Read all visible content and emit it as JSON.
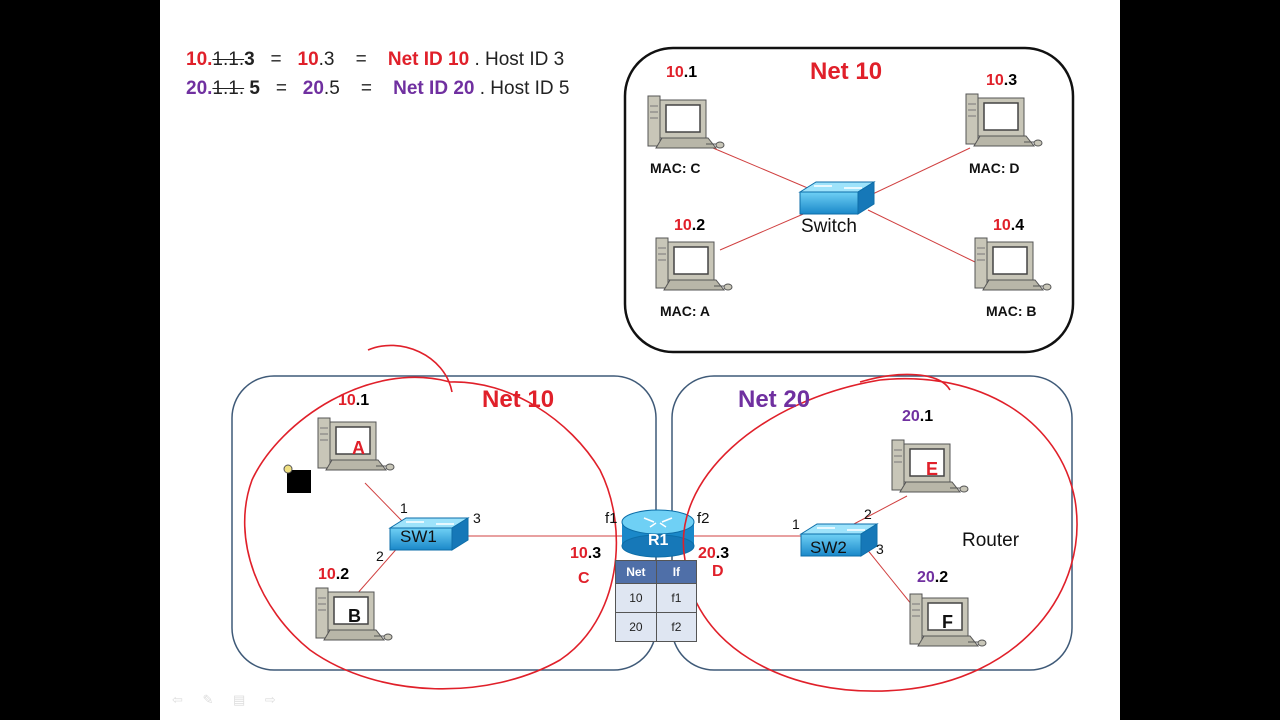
{
  "header": {
    "line1": {
      "ip_net": "10.",
      "ip_struck": "1.1.",
      "ip_host": "3",
      "eq1": "=",
      "short_net": "10",
      "short_host": ".3",
      "eq2": "=",
      "netid": "Net ID 10",
      "hostid": ". Host ID 3"
    },
    "line2": {
      "ip_net": "20.",
      "ip_struck": "1.1.",
      "ip_host": " 5",
      "eq1": "=",
      "short_net": "20",
      "short_host": ".5",
      "eq2": "=",
      "netid": "Net ID 20",
      "hostid": ". Host ID 5"
    }
  },
  "inset": {
    "title": "Net 10",
    "switch_label": "Switch",
    "hosts": [
      {
        "ip_net": "10",
        "ip_host": ".1",
        "mac": "MAC: C"
      },
      {
        "ip_net": "10",
        "ip_host": ".3",
        "mac": "MAC: D"
      },
      {
        "ip_net": "10",
        "ip_host": ".2",
        "mac": "MAC: A"
      },
      {
        "ip_net": "10",
        "ip_host": ".4",
        "mac": "MAC: B"
      }
    ]
  },
  "net10": {
    "title": "Net 10",
    "host_a": {
      "ip_net": "10",
      "ip_host": ".1",
      "label": "A"
    },
    "host_b": {
      "ip_net": "10",
      "ip_host": ".2",
      "label": "B"
    },
    "switch": "SW1",
    "port1": "1",
    "port2": "2",
    "port3": "3"
  },
  "net20": {
    "title": "Net 20",
    "host_e": {
      "ip_net": "20",
      "ip_host": ".1",
      "label": "E"
    },
    "host_f": {
      "ip_net": "20",
      "ip_host": ".2",
      "label": "F"
    },
    "switch": "SW2",
    "port1": "1",
    "port2": "2",
    "port3": "3",
    "router_text": "Router"
  },
  "router": {
    "label": "R1",
    "if1": "f1",
    "if2": "f2",
    "left_ip_net": "10",
    "left_ip_host": ".3",
    "left_mac": "C",
    "right_ip_net": "20",
    "right_ip_host": ".3",
    "right_mac": "D",
    "table": {
      "headers": [
        "Net",
        "If"
      ],
      "rows": [
        [
          "10",
          "f1"
        ],
        [
          "20",
          "f2"
        ]
      ]
    }
  },
  "colors": {
    "net10": "#e0202a",
    "net20": "#7030a0",
    "switch": "#2e9fdc",
    "link": "#d04040"
  }
}
